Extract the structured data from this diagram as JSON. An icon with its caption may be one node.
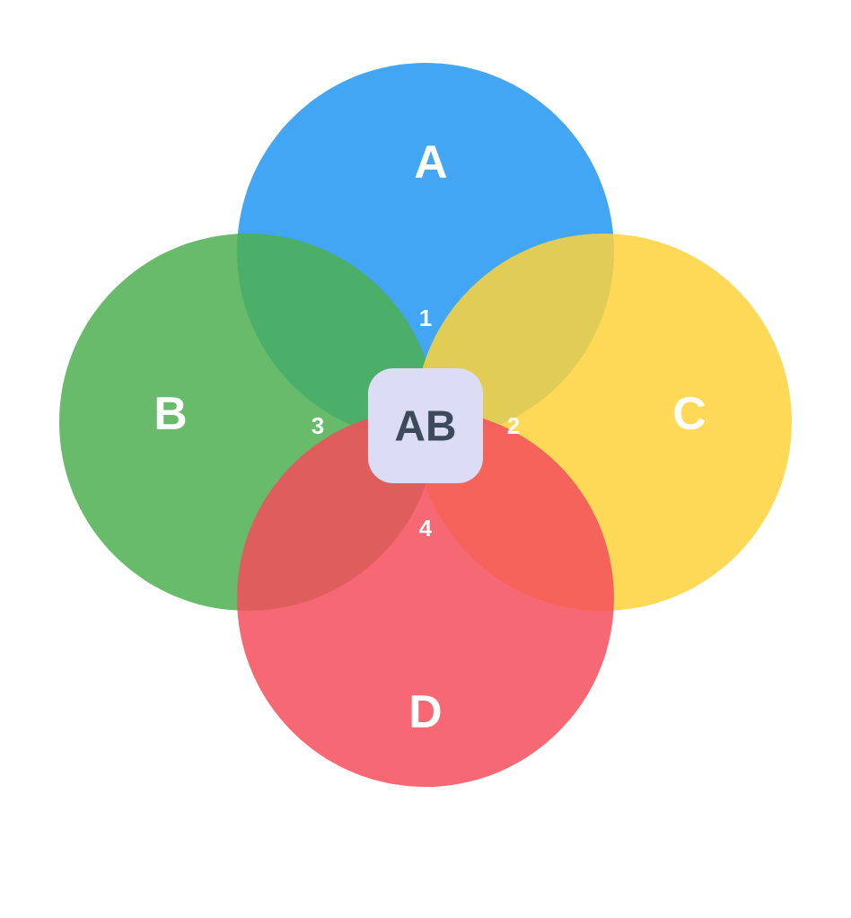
{
  "diagram": {
    "nodes": [
      {
        "text": [
          "A"
        ]
      },
      {
        "text": [
          "B"
        ]
      },
      {
        "text": [
          "C"
        ]
      },
      {
        "text": [
          "D"
        ]
      },
      {
        "text": [
          "AB"
        ]
      }
    ],
    "labels": [
      "1",
      "2",
      "3",
      "4"
    ]
  }
}
